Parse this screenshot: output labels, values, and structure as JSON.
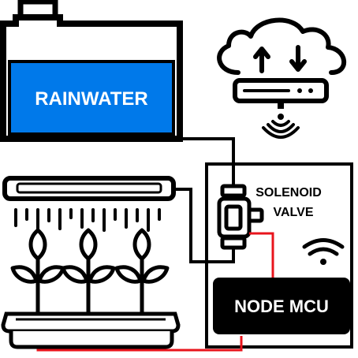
{
  "tank": {
    "label": "RAINWATER"
  },
  "valve": {
    "label_line1": "SOLENOID",
    "label_line2": "VALVE"
  },
  "controller": {
    "label": "NODE MCU"
  },
  "colors": {
    "outline": "#000000",
    "water": "#0079ea",
    "wire": "#e8141c",
    "background": "#ffffff",
    "controller_text": "#ffffff"
  },
  "icons": [
    "cloud-sync-icon",
    "router-icon",
    "wifi-signal-icon",
    "wifi-icon",
    "solenoid-valve-icon",
    "plant-icon",
    "sprinkler-icon"
  ]
}
